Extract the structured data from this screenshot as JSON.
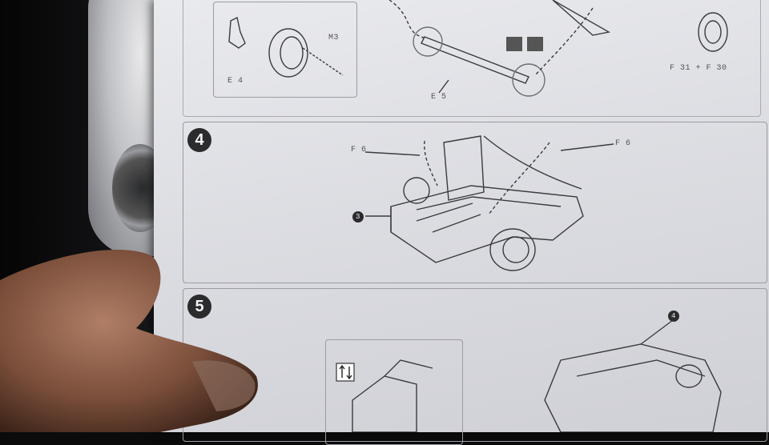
{
  "labels": {
    "e4": "E 4",
    "m3": "M3",
    "e5": "E 5",
    "f31_f30": "F 31 + F 30",
    "f6_left": "F 6",
    "f6_right": "F 6",
    "callout_3": "3",
    "callout_4": "4"
  },
  "steps": {
    "step4": "4",
    "step5": "5"
  },
  "colors": {
    "paper": "#e3e4e8",
    "line_art": "#3a3b3e",
    "badge": "#2b2b2d",
    "background": "#0b0b0c"
  }
}
